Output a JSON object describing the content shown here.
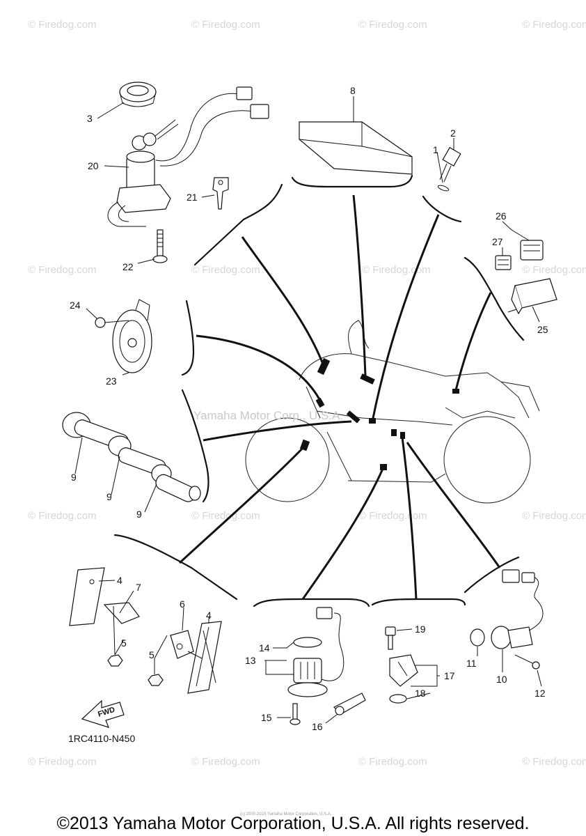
{
  "watermark": "© Firedog.com",
  "center_watermark": "Yamaha Motor Corp., U.S.A.",
  "diagram_code": "1RC4110-N450",
  "fwd_label": "FWD",
  "small_print": "(c) 2000-2015 Yamaha Motor Corporation, U.S.A.",
  "copyright": "©2013 Yamaha Motor Corporation, U.S.A. All rights reserved.",
  "callouts": {
    "c1": "1",
    "c2": "2",
    "c3": "3",
    "c4a": "4",
    "c4b": "4",
    "c5a": "5",
    "c5b": "5",
    "c6": "6",
    "c7": "7",
    "c8": "8",
    "c9a": "9",
    "c9b": "9",
    "c9c": "9",
    "c10": "10",
    "c11": "11",
    "c12": "12",
    "c13": "13",
    "c14": "14",
    "c15": "15",
    "c16": "16",
    "c17": "17",
    "c18": "18",
    "c19": "19",
    "c20": "20",
    "c21": "21",
    "c22": "22",
    "c23": "23",
    "c24": "24",
    "c25": "25",
    "c26": "26",
    "c27": "27"
  }
}
